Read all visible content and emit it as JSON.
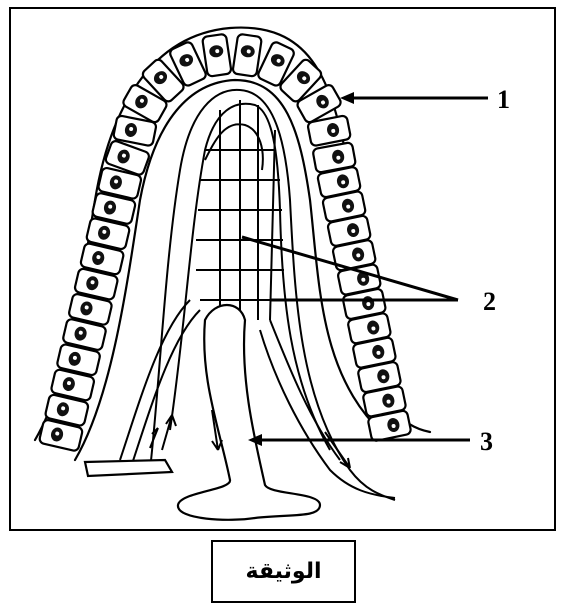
{
  "labels": {
    "label_1": "1",
    "label_2": "2",
    "label_3": "3"
  },
  "caption": "الوثيقة"
}
